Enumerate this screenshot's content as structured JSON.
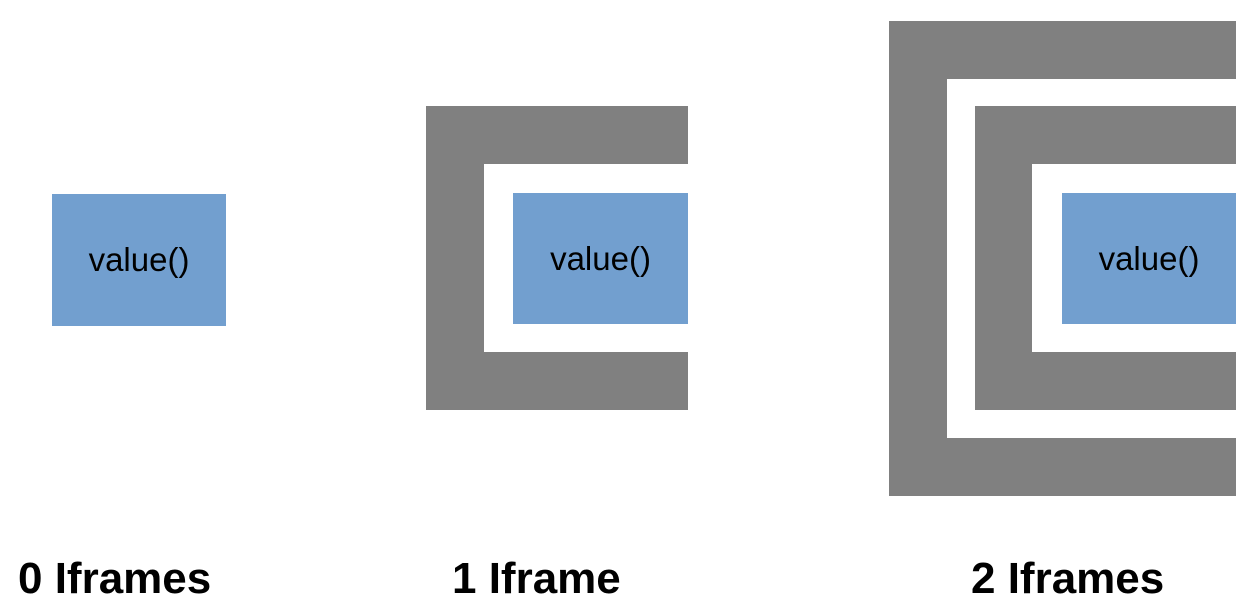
{
  "panels": [
    {
      "value_label": "value()",
      "caption": "0 Iframes",
      "iframe_count": 0
    },
    {
      "value_label": "value()",
      "caption": "1 Iframe",
      "iframe_count": 1
    },
    {
      "value_label": "value()",
      "caption": "2 Iframes",
      "iframe_count": 2
    }
  ],
  "colors": {
    "iframe": "#808080",
    "value_box": "#729fcf",
    "background": "#ffffff"
  }
}
